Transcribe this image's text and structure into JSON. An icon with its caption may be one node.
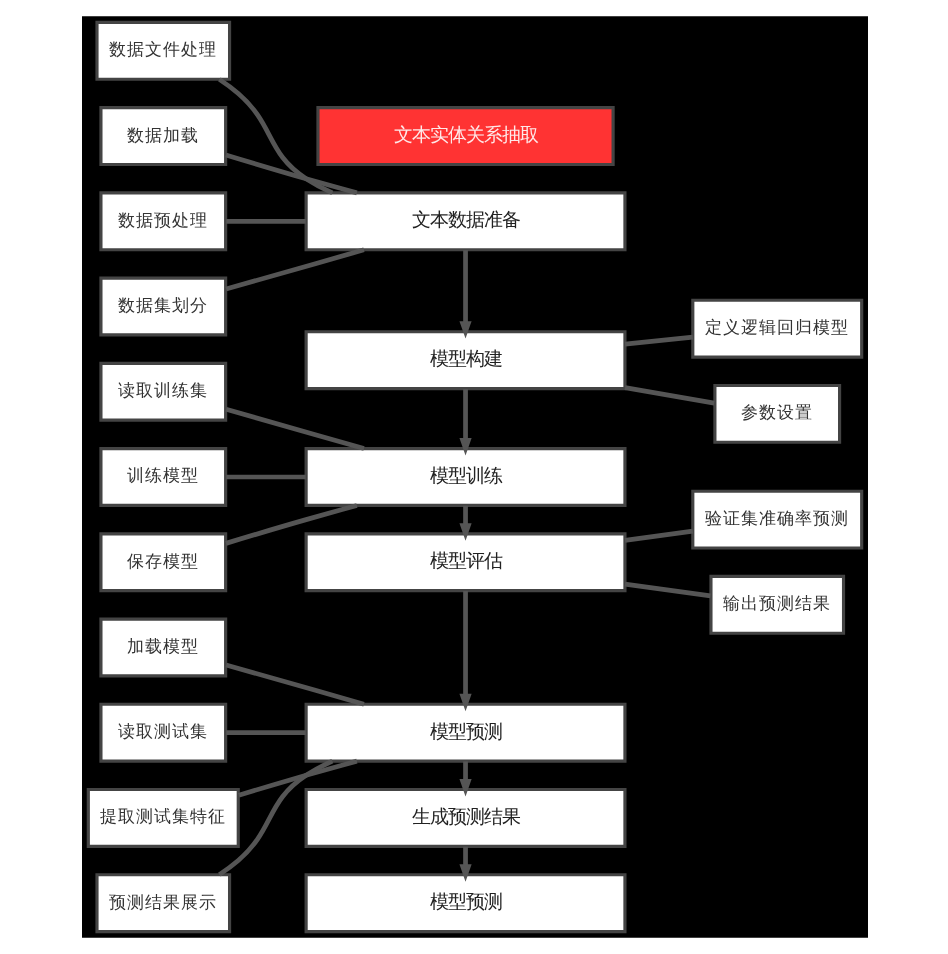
{
  "diagram": {
    "nodes": [
      {
        "text": [
          "文本实体关系抽取"
        ]
      },
      {
        "text": [
          "数据文件处理"
        ]
      },
      {
        "text": [
          "数据加载"
        ]
      },
      {
        "text": [
          "数据预处理"
        ]
      },
      {
        "text": [
          "数据集划分"
        ]
      },
      {
        "text": [
          "文本数据准备"
        ]
      },
      {
        "text": [
          "模型构建"
        ]
      },
      {
        "text": [
          "定义逻辑回归模型"
        ]
      },
      {
        "text": [
          "参数设置"
        ]
      },
      {
        "text": [
          "读取训练集"
        ]
      },
      {
        "text": [
          "训练模型"
        ]
      },
      {
        "text": [
          "保存模型"
        ]
      },
      {
        "text": [
          "模型训练"
        ]
      },
      {
        "text": [
          "模型评估"
        ]
      },
      {
        "text": [
          "验证集准确率预测"
        ]
      },
      {
        "text": [
          "输出预测结果"
        ]
      },
      {
        "text": [
          "加载模型"
        ]
      },
      {
        "text": [
          "读取测试集"
        ]
      },
      {
        "text": [
          "提取测试集特征"
        ]
      },
      {
        "text": [
          "预测结果展示"
        ]
      },
      {
        "text": [
          "模型预测"
        ]
      },
      {
        "text": [
          "生成预测结果"
        ]
      },
      {
        "text": [
          "模型预测"
        ]
      }
    ],
    "edges": [
      {
        "from": 5,
        "to": 6,
        "arrow": "to"
      },
      {
        "from": 6,
        "to": 12,
        "arrow": "to"
      },
      {
        "from": 12,
        "to": 13,
        "arrow": "to"
      },
      {
        "from": 13,
        "to": 20,
        "arrow": "to"
      },
      {
        "from": 20,
        "to": 21,
        "arrow": "to"
      },
      {
        "from": 21,
        "to": 22,
        "arrow": "to"
      },
      {
        "from": 1,
        "to": 5,
        "arrow": "none"
      },
      {
        "from": 2,
        "to": 5,
        "arrow": "none"
      },
      {
        "from": 3,
        "to": 5,
        "arrow": "none"
      },
      {
        "from": 4,
        "to": 5,
        "arrow": "none"
      },
      {
        "from": 6,
        "to": 7,
        "arrow": "none"
      },
      {
        "from": 6,
        "to": 8,
        "arrow": "none"
      },
      {
        "from": 9,
        "to": 12,
        "arrow": "none"
      },
      {
        "from": 10,
        "to": 12,
        "arrow": "none"
      },
      {
        "from": 11,
        "to": 12,
        "arrow": "none"
      },
      {
        "from": 13,
        "to": 14,
        "arrow": "none"
      },
      {
        "from": 13,
        "to": 15,
        "arrow": "none"
      },
      {
        "from": 16,
        "to": 20,
        "arrow": "none"
      },
      {
        "from": 17,
        "to": 20,
        "arrow": "none"
      },
      {
        "from": 18,
        "to": 20,
        "arrow": "none"
      },
      {
        "from": 19,
        "to": 20,
        "arrow": "none"
      }
    ]
  }
}
